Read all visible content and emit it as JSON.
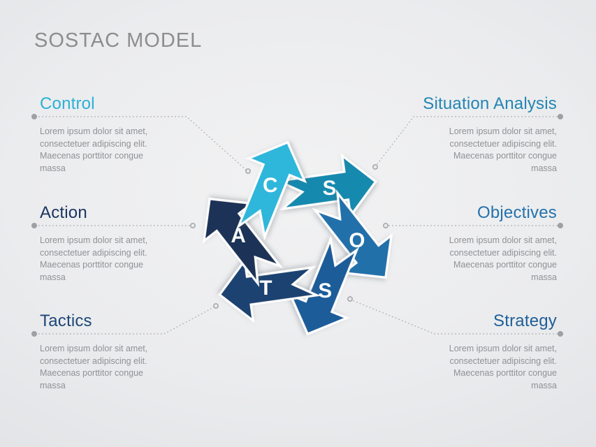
{
  "title": "SOSTAC MODEL",
  "colors": {
    "background_center": "#F2F2F3",
    "background_edge": "#E0E1E4",
    "title_text": "#8D8D8D",
    "body_text": "#8F9194",
    "connector_line": "#A9ABAE",
    "arrow_outline": "#FFFFFF"
  },
  "sections": [
    {
      "label": "Control",
      "side": "left",
      "color": "#2BB1D6",
      "body": "Lorem ipsum dolor sit amet, consectetuer adipiscing elit. Maecenas porttitor congue massa"
    },
    {
      "label": "Situation Analysis",
      "side": "right",
      "color": "#2385B4",
      "body": "Lorem ipsum dolor sit amet, consectetuer adipiscing elit. Maecenas porttitor congue massa"
    },
    {
      "label": "Action",
      "side": "left",
      "color": "#1C3560",
      "body": "Lorem ipsum dolor sit amet, consectetuer adipiscing elit. Maecenas porttitor congue massa"
    },
    {
      "label": "Objectives",
      "side": "right",
      "color": "#2472AC",
      "body": "Lorem ipsum dolor sit amet, consectetuer adipiscing elit. Maecenas porttitor congue massa"
    },
    {
      "label": "Tactics",
      "side": "left",
      "color": "#1E4778",
      "body": "Lorem ipsum dolor sit amet, consectetuer adipiscing elit. Maecenas porttitor congue massa"
    },
    {
      "label": "Strategy",
      "side": "right",
      "color": "#1F5F98",
      "body": "Lorem ipsum dolor sit amet, consectetuer adipiscing elit. Maecenas porttitor congue massa"
    }
  ],
  "diagram": {
    "letter_color": "#FFFFFF",
    "arrows": [
      {
        "letter": "S",
        "color": "#1989AE",
        "angle": -8
      },
      {
        "letter": "O",
        "color": "#2170AA",
        "angle": 52
      },
      {
        "letter": "S",
        "color": "#1E5C99",
        "angle": 112
      },
      {
        "letter": "T",
        "color": "#1C4371",
        "angle": 172
      },
      {
        "letter": "A",
        "color": "#1B3356",
        "angle": 232
      },
      {
        "letter": "C",
        "color": "#2EB6DB",
        "angle": 292
      }
    ]
  }
}
